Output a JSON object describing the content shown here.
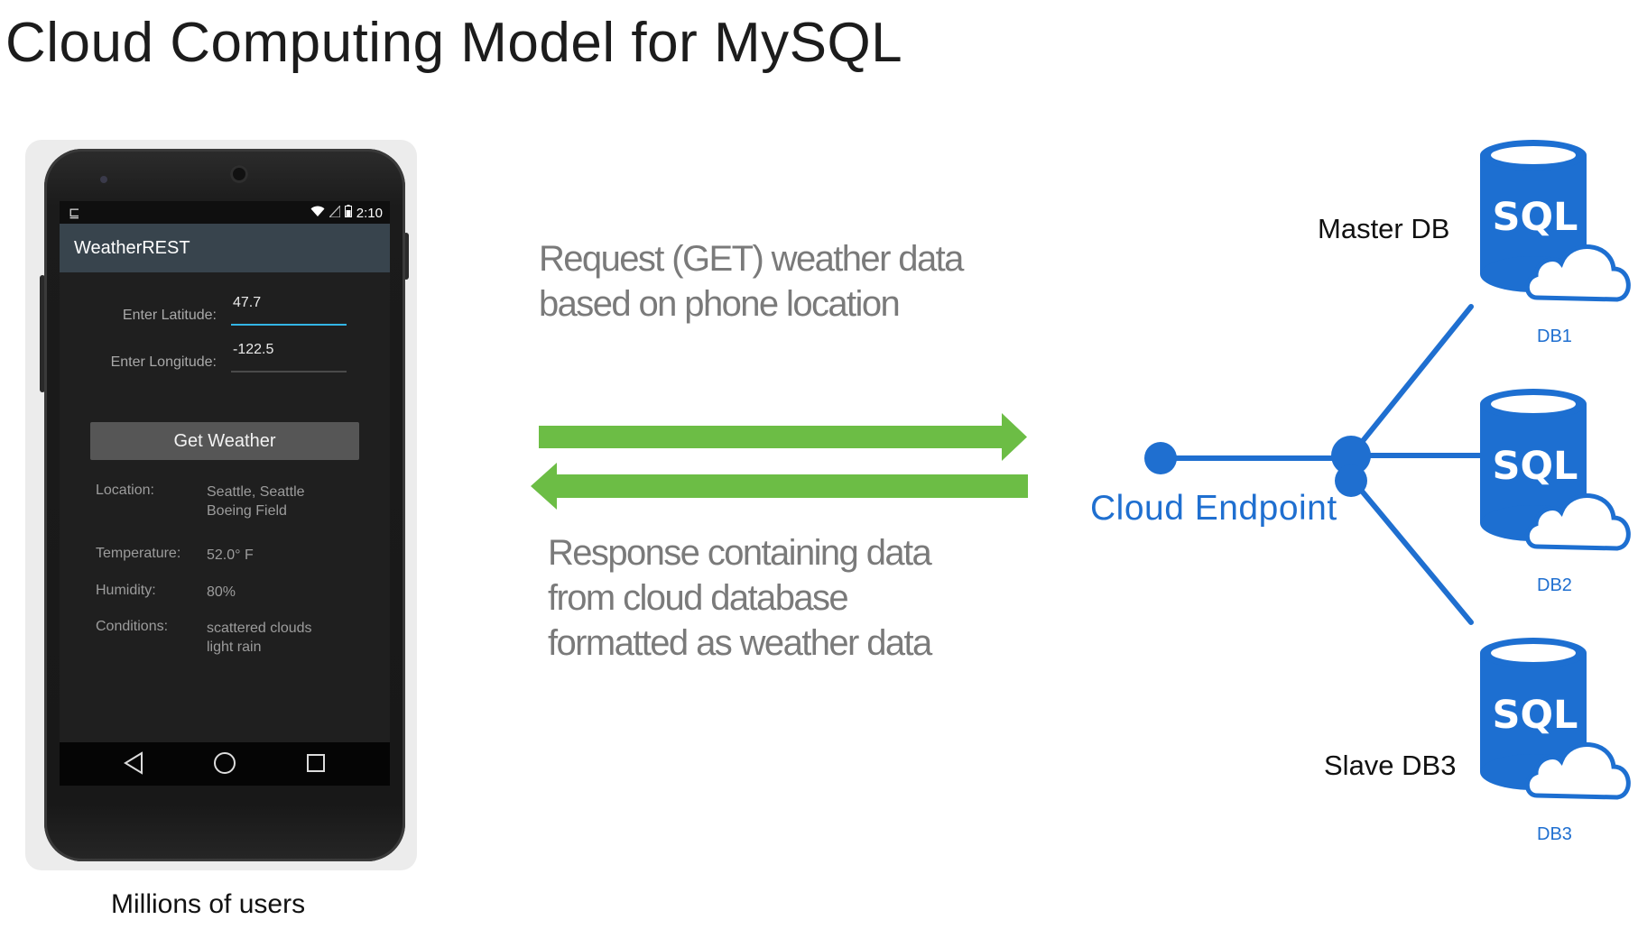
{
  "title": "Cloud Computing Model for MySQL",
  "phone": {
    "status_time": "2:10",
    "app_title": "WeatherREST",
    "latitude_label": "Enter Latitude:",
    "latitude_value": "47.7",
    "longitude_label": "Enter Longitude:",
    "longitude_value": "-122.5",
    "button_label": "Get Weather",
    "location_label": "Location:",
    "location_value_1": "Seattle, Seattle",
    "location_value_2": "Boeing Field",
    "temperature_label": "Temperature:",
    "temperature_value": "52.0° F",
    "humidity_label": "Humidity:",
    "humidity_value": "80%",
    "conditions_label": "Conditions:",
    "conditions_value_1": "scattered clouds",
    "conditions_value_2": "light rain"
  },
  "phone_caption": "Millions of users",
  "request_text": "Request (GET) weather data\nbased on phone location",
  "response_text": "Response containing data\nfrom cloud database\nformatted as weather data",
  "endpoint_label": "Cloud Endpoint",
  "databases": [
    {
      "label": "Master DB",
      "id": "DB1",
      "icon_text": "SQL"
    },
    {
      "label": "",
      "id": "DB2",
      "icon_text": "SQL"
    },
    {
      "label": "Slave DB3",
      "id": "DB3",
      "icon_text": "SQL"
    }
  ],
  "colors": {
    "arrow_green": "#6cbd45",
    "endpoint_blue": "#1f6fd0",
    "sql_blue": "#1d6fd1",
    "underline_active": "#33b5e5"
  }
}
